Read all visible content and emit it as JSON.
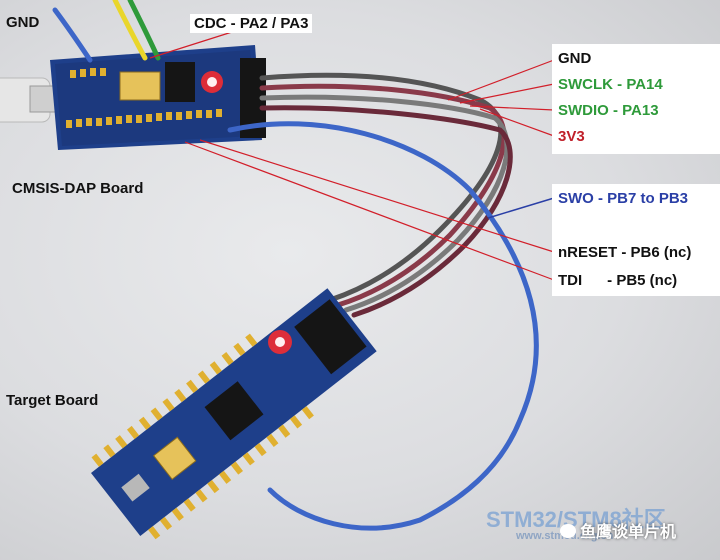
{
  "labels": {
    "gnd_top": "GND",
    "cdc": "CDC - PA2 / PA3",
    "cmsis_board": "CMSIS-DAP Board",
    "target_board": "Target Board"
  },
  "pins": [
    {
      "text": "GND",
      "color": "#111111"
    },
    {
      "text": "SWCLK - PA14",
      "color": "#2e9a3a"
    },
    {
      "text": "SWDIO - PA13",
      "color": "#2e9a3a"
    },
    {
      "text": "3V3",
      "color": "#c0202a"
    },
    {
      "text": "SWO - PB7 to PB3",
      "color": "#2a3fa6"
    },
    {
      "text": "nRESET - PB6 (nc)",
      "color": "#111111"
    },
    {
      "text": "TDI      - PB5 (nc)",
      "color": "#111111"
    }
  ],
  "watermark": {
    "text": "STM32/STM8社区",
    "url": "www.stmcu.org.cn",
    "account": "鱼鹰谈单片机"
  }
}
